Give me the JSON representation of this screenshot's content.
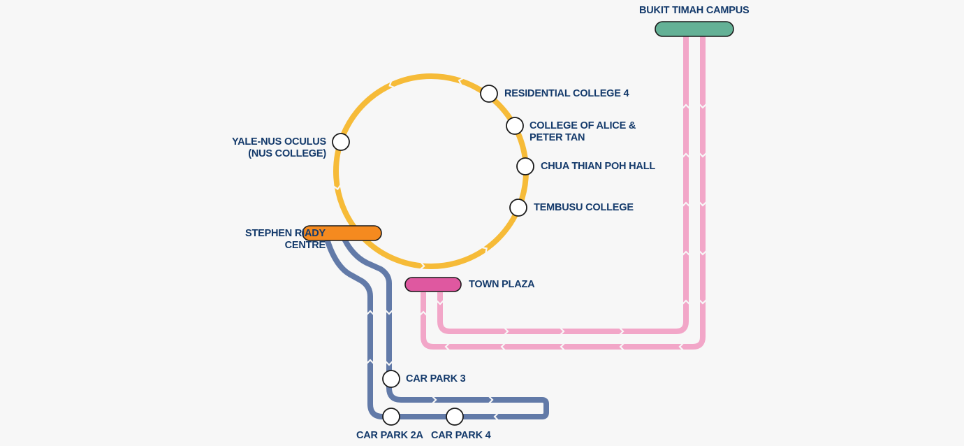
{
  "title": "Campus shuttle route map",
  "colors": {
    "loop": "#f6bb38",
    "blue": "#627aa8",
    "pink": "#f2a6c8",
    "hub_orange": "#f58a1f",
    "hub_green": "#64b196",
    "hub_magenta": "#df58a0",
    "label": "#143a6b",
    "station_fill": "#ffffff",
    "outline": "#1a1a1a",
    "background": "#f7f7f7"
  },
  "hubs": {
    "bukit_timah": "BUKIT TIMAH CAMPUS",
    "stephen_riady": [
      "STEPHEN RIADY",
      "CENTRE"
    ],
    "town_plaza": "TOWN PLAZA"
  },
  "loop_stations": {
    "yale_nus": [
      "YALE-NUS OCULUS",
      "(NUS COLLEGE)"
    ],
    "rc4": "RESIDENTIAL COLLEGE 4",
    "capt": [
      "COLLEGE OF ALICE &",
      "PETER TAN"
    ],
    "ctph": "CHUA THIAN POH HALL",
    "tembusu": "TEMBUSU COLLEGE"
  },
  "car_parks": {
    "cp3": "CAR PARK 3",
    "cp2a": "CAR PARK 2A",
    "cp4": "CAR PARK 4"
  }
}
